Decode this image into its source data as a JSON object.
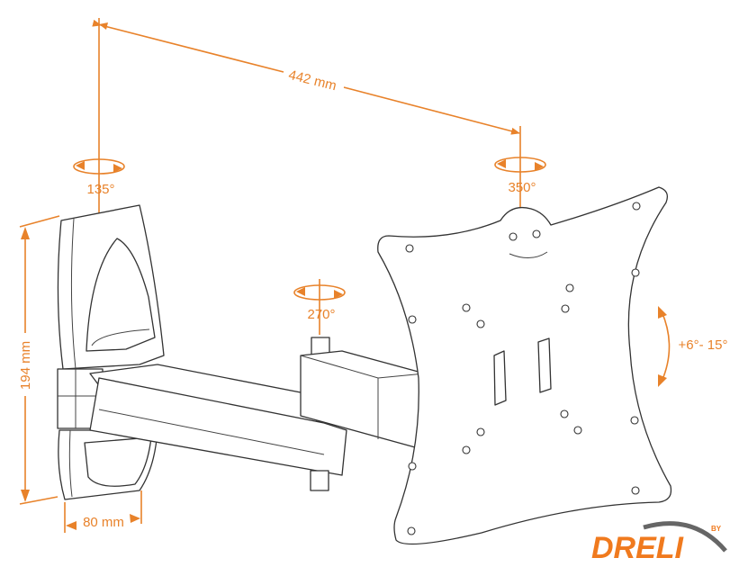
{
  "diagram": {
    "title": "Full-motion TV wall mount dimensions",
    "dimensions": {
      "reach": "442 mm",
      "height": "194 mm",
      "wall_plate_depth": "80 mm"
    },
    "rotations": {
      "wall_joint": "135°",
      "screen_swivel": "350°",
      "middle_joint": "270°",
      "tilt": "+6°- 15°"
    },
    "colors": {
      "accent": "#e8822a",
      "line": "#333333",
      "logo_gray": "#666666"
    },
    "logo": {
      "brand": "DRELI",
      "by": "BY"
    }
  }
}
